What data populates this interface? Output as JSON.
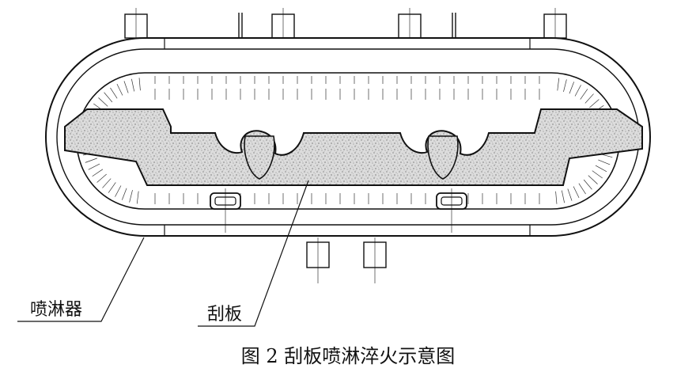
{
  "labels": {
    "sprayer": "喷淋器",
    "scraper": "刮板"
  },
  "caption": "图 2  刮板喷淋淬火示意图"
}
